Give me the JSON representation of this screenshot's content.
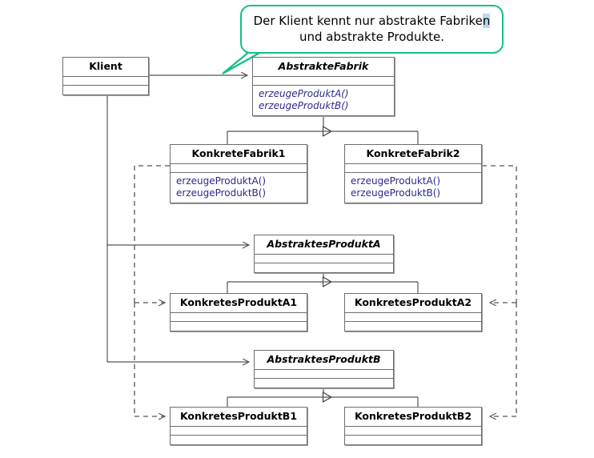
{
  "diagram": {
    "title": "Abstract Factory Pattern (German)",
    "accent_color": "#13c08b",
    "operation_color": "#2a2a8c",
    "line_color": "#555555",
    "box_border_color": "#6e6e6e",
    "selection_highlight_color": "#b8d9f0"
  },
  "callout": {
    "line1_a": "Der Klient kennt nur abstrakte Fabrike",
    "line1_b": "n",
    "line2": "und abstrakte Produkte."
  },
  "classes": {
    "klient": {
      "name": "Klient",
      "abstract": false,
      "operations": []
    },
    "abstrakte_fabrik": {
      "name": "AbstrakteFabrik",
      "abstract": true,
      "operations": [
        "erzeugeProduktA()",
        "erzeugeProduktB()"
      ]
    },
    "konkrete_fabrik1": {
      "name": "KonkreteFabrik1",
      "abstract": false,
      "operations": [
        "erzeugeProduktA()",
        "erzeugeProduktB()"
      ]
    },
    "konkrete_fabrik2": {
      "name": "KonkreteFabrik2",
      "abstract": false,
      "operations": [
        "erzeugeProduktA()",
        "erzeugeProduktB()"
      ]
    },
    "abstraktes_produkt_a": {
      "name": "AbstraktesProduktA",
      "abstract": true,
      "operations": []
    },
    "konkretes_produkt_a1": {
      "name": "KonkretesProduktA1",
      "abstract": false,
      "operations": []
    },
    "konkretes_produkt_a2": {
      "name": "KonkretesProduktA2",
      "abstract": false,
      "operations": []
    },
    "abstraktes_produkt_b": {
      "name": "AbstraktesProduktB",
      "abstract": true,
      "operations": []
    },
    "konkretes_produkt_b1": {
      "name": "KonkretesProduktB1",
      "abstract": false,
      "operations": []
    },
    "konkretes_produkt_b2": {
      "name": "KonkretesProduktB2",
      "abstract": false,
      "operations": []
    }
  },
  "relations": [
    {
      "from": "Klient",
      "to": "AbstrakteFabrik",
      "type": "association"
    },
    {
      "from": "Klient",
      "to": "AbstraktesProduktA",
      "type": "association"
    },
    {
      "from": "Klient",
      "to": "AbstraktesProduktB",
      "type": "association"
    },
    {
      "from": "KonkreteFabrik1",
      "to": "AbstrakteFabrik",
      "type": "generalization"
    },
    {
      "from": "KonkreteFabrik2",
      "to": "AbstrakteFabrik",
      "type": "generalization"
    },
    {
      "from": "KonkretesProduktA1",
      "to": "AbstraktesProduktA",
      "type": "generalization"
    },
    {
      "from": "KonkretesProduktA2",
      "to": "AbstraktesProduktA",
      "type": "generalization"
    },
    {
      "from": "KonkretesProduktB1",
      "to": "AbstraktesProduktB",
      "type": "generalization"
    },
    {
      "from": "KonkretesProduktB2",
      "to": "AbstraktesProduktB",
      "type": "generalization"
    },
    {
      "from": "KonkreteFabrik1",
      "to": "KonkretesProduktA1",
      "type": "dependency"
    },
    {
      "from": "KonkreteFabrik1",
      "to": "KonkretesProduktB1",
      "type": "dependency"
    },
    {
      "from": "KonkreteFabrik2",
      "to": "KonkretesProduktA2",
      "type": "dependency"
    },
    {
      "from": "KonkreteFabrik2",
      "to": "KonkretesProduktB2",
      "type": "dependency"
    }
  ]
}
